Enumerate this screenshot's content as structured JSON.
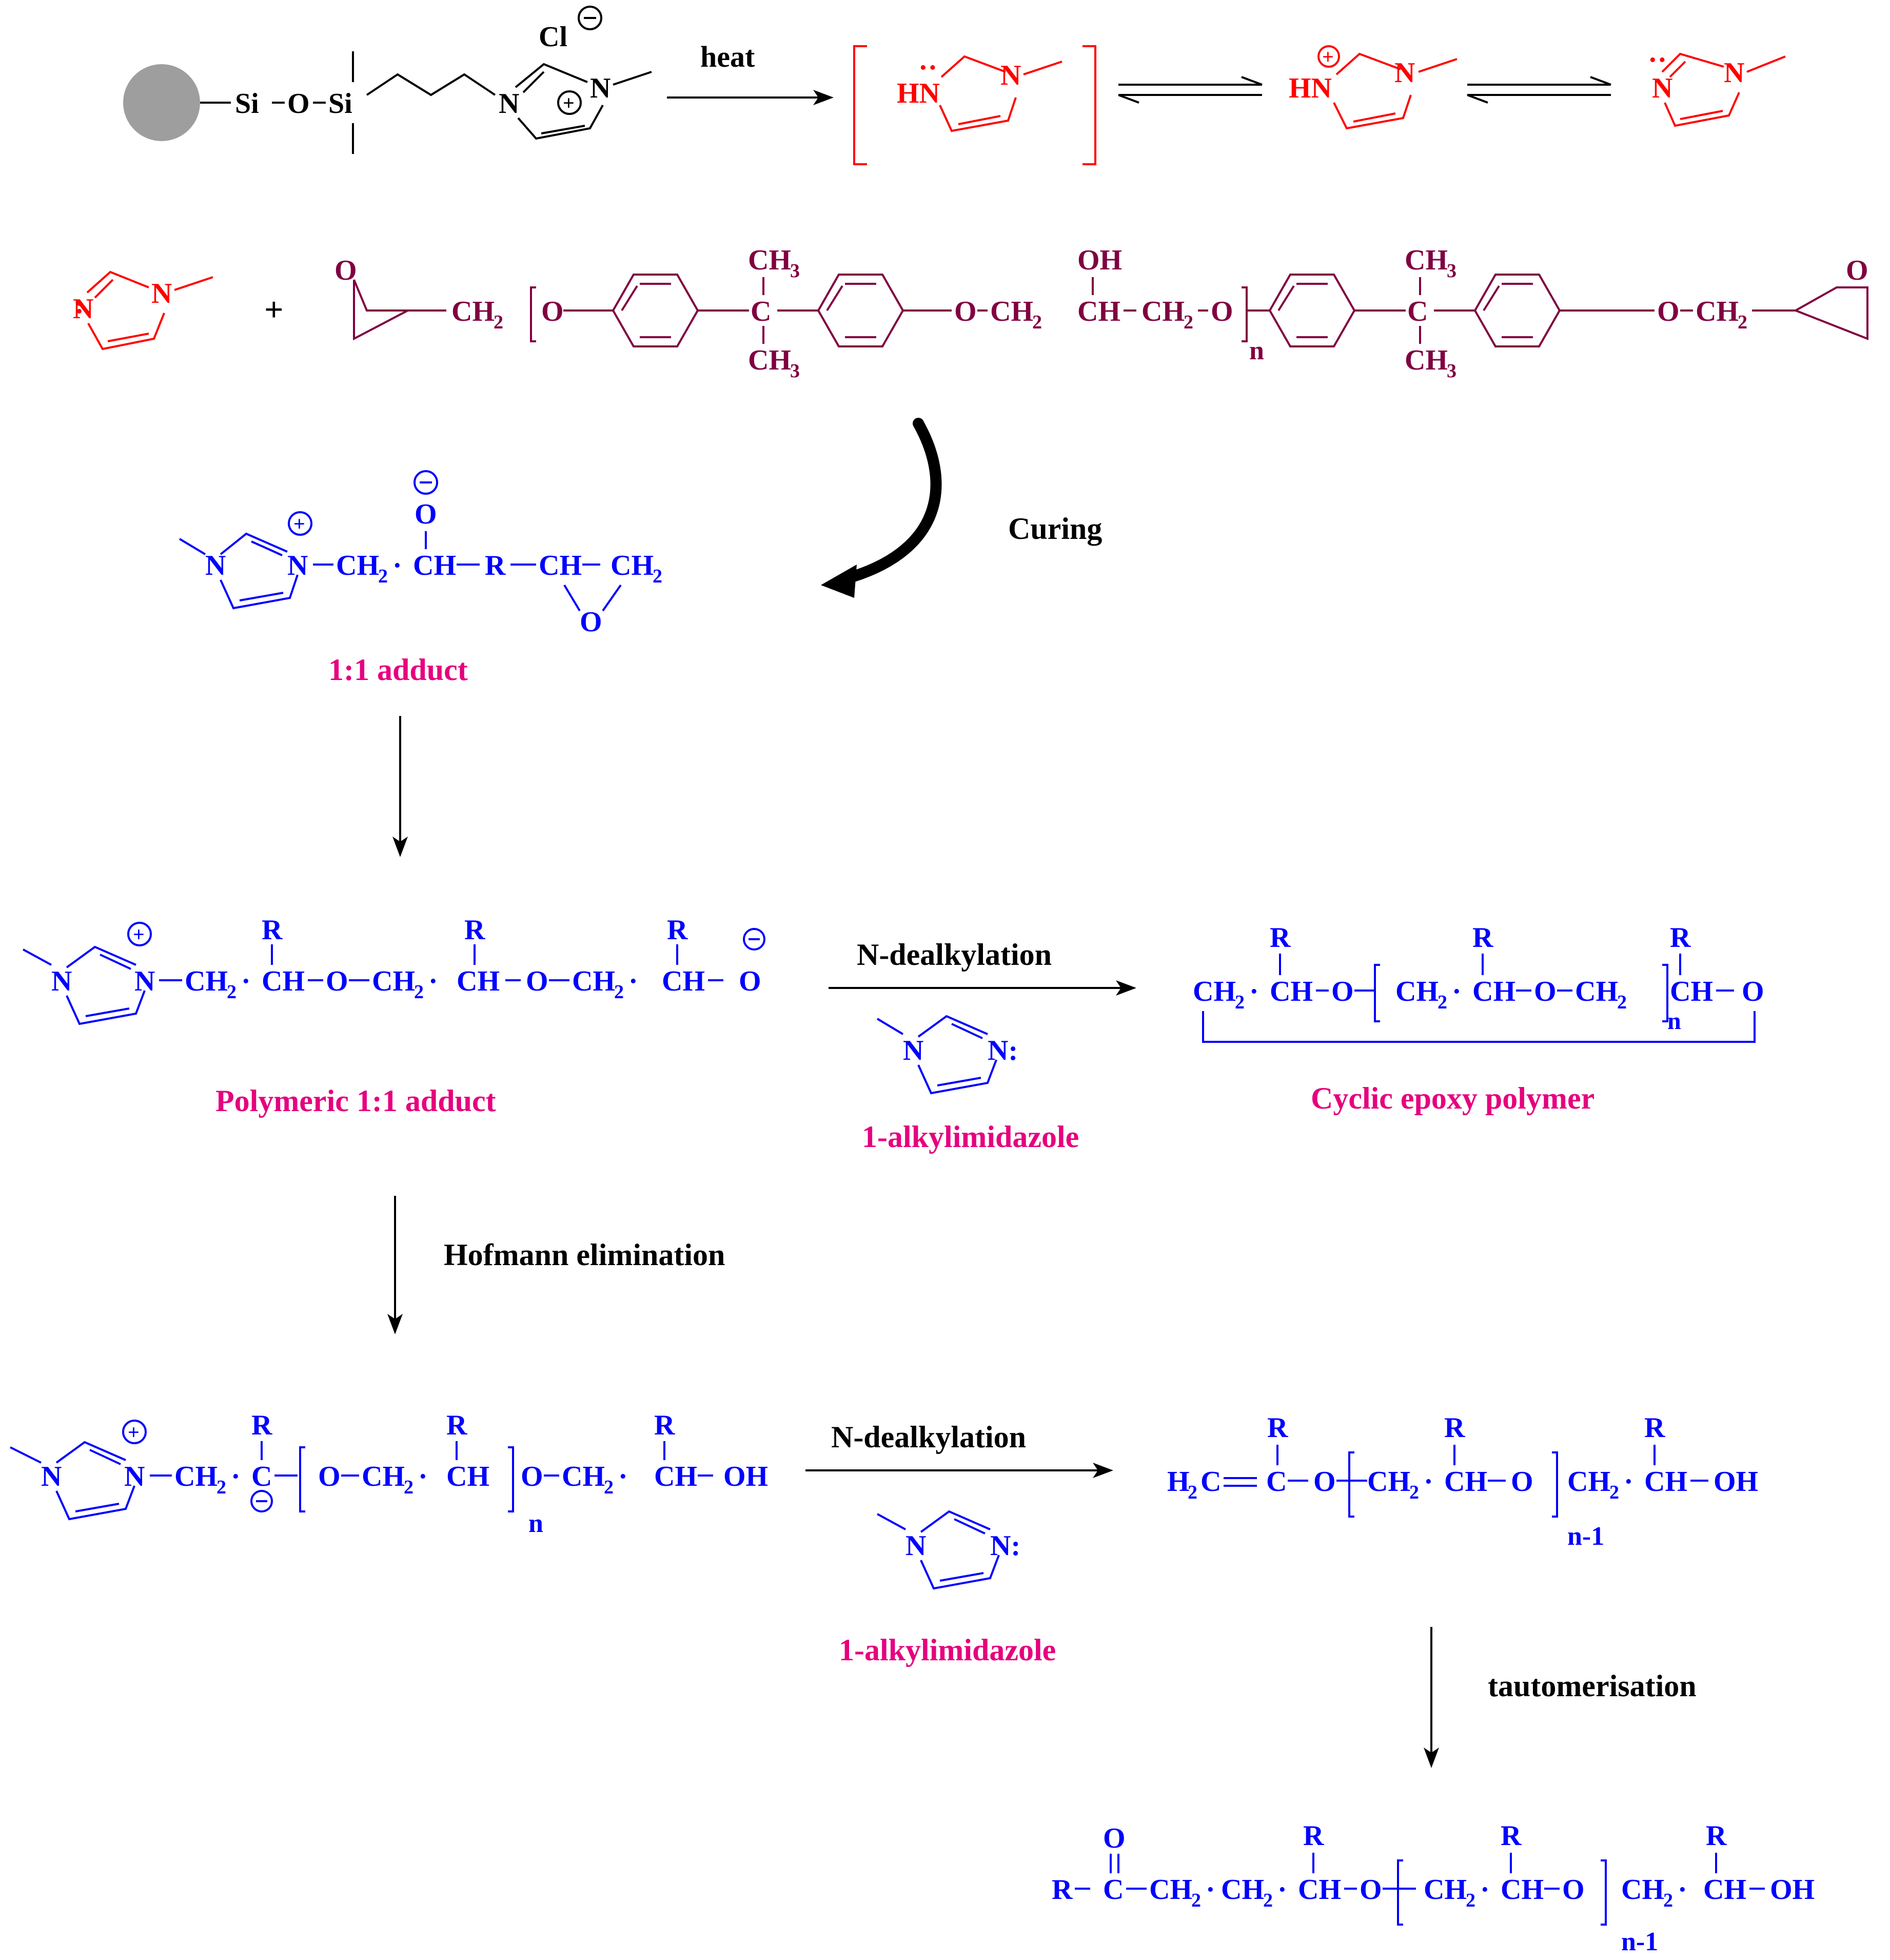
{
  "row1": {
    "si_left": "Si",
    "o": "O",
    "si_right": "Si",
    "chloride": "Cl",
    "n3": "N",
    "n1": "N",
    "arrow_label": "heat",
    "hn_lonepair": "HN",
    "n_a": "N",
    "hn_cation": "HN",
    "n_b": "N",
    "n_free": "N",
    "n_c": "N"
  },
  "row2": {
    "imid_n": "N",
    "imid_n2": "N",
    "plus": "+",
    "epoxide_o_left": "O",
    "ch2_left": "CH",
    "o1": "O",
    "ch3_top_left": "CH",
    "c_left": "C",
    "ch3_bottom_left": "CH",
    "o2": "O",
    "ch2_mid1": "CH",
    "oh": "OH",
    "ch_mid": "CH",
    "ch2_mid2": "CH",
    "o3": "O",
    "n_repeat": "n",
    "ch3_top_right": "CH",
    "c_right": "C",
    "ch3_bottom_right": "CH",
    "o4": "O",
    "ch2_right": "CH",
    "epoxide_o_right": "O"
  },
  "curing": {
    "label": "Curing"
  },
  "adduct": {
    "n_methyl": "N",
    "n_plus": "N",
    "ch2": "CH",
    "o_anion": "O",
    "ch": "CH",
    "r": "R",
    "ch_ring": "CH",
    "ch2_ring": "CH",
    "o_ring": "O",
    "label": "1:1 adduct"
  },
  "polymeric": {
    "n_methyl": "N",
    "n_plus": "N",
    "units": [
      {
        "ch2": "CH",
        "r": "R",
        "ch": "CH",
        "o": "O"
      },
      {
        "ch2": "CH",
        "r": "R",
        "ch": "CH",
        "o": "O"
      },
      {
        "ch2": "CH",
        "r": "R",
        "ch": "CH",
        "o": "O"
      }
    ],
    "label": "Polymeric 1:1 adduct"
  },
  "dealkylation1": {
    "arrow_label": "N-dealkylation",
    "byproduct_n1": "N",
    "byproduct_n3": "N:",
    "byproduct_label": "1-alkylimidazole"
  },
  "cyclic": {
    "ch2_a": "CH",
    "r_a": "R",
    "ch_a": "CH",
    "o_a": "O",
    "ch2_b": "CH",
    "r_b": "R",
    "ch_b": "CH",
    "o_b": "O",
    "ch2_c": "CH",
    "n": "n",
    "r_c": "R",
    "ch_c": "CH",
    "o_c": "O",
    "label": "Cyclic epoxy polymer"
  },
  "hofmann": {
    "label": "Hofmann elimination"
  },
  "ylide": {
    "n_methyl": "N",
    "n_plus": "N",
    "ch2": "CH",
    "r1": "R",
    "c": "C",
    "o1": "O",
    "ch2_b": "CH",
    "r2": "R",
    "ch_b": "CH",
    "n": "n",
    "o2": "O",
    "ch2_c": "CH",
    "r3": "R",
    "ch_c": "CH",
    "oh": "OH"
  },
  "dealkylation2": {
    "arrow_label": "N-dealkylation",
    "byproduct_n1": "N",
    "byproduct_n3": "N:",
    "byproduct_label": "1-alkylimidazole"
  },
  "vinyl": {
    "h2c": "H",
    "r1": "R",
    "c": "C",
    "o1": "O",
    "ch2_b": "CH",
    "r2": "R",
    "ch_b": "CH",
    "o2": "O",
    "n_minus_1": "n-1",
    "ch2_c": "CH",
    "r3": "R",
    "ch_c": "CH",
    "oh": "OH"
  },
  "tautomerisation": {
    "label": "tautomerisation"
  },
  "ketone": {
    "r_left": "R",
    "o": "O",
    "c": "C",
    "ch2_a": "CH",
    "ch2_b": "CH",
    "r1": "R",
    "ch_b": "CH",
    "o1": "O",
    "ch2_c": "CH",
    "r2": "R",
    "ch_c": "CH",
    "o2": "O",
    "n_minus_1": "n-1",
    "ch2_d": "CH",
    "r3": "R",
    "ch_d": "CH",
    "oh": "OH"
  },
  "colors": {
    "black": "#000000",
    "red": "#ff0000",
    "maroon": "#800040",
    "blue": "#0000ff",
    "pink": "#e6007e",
    "grey": "#9e9e9e"
  }
}
